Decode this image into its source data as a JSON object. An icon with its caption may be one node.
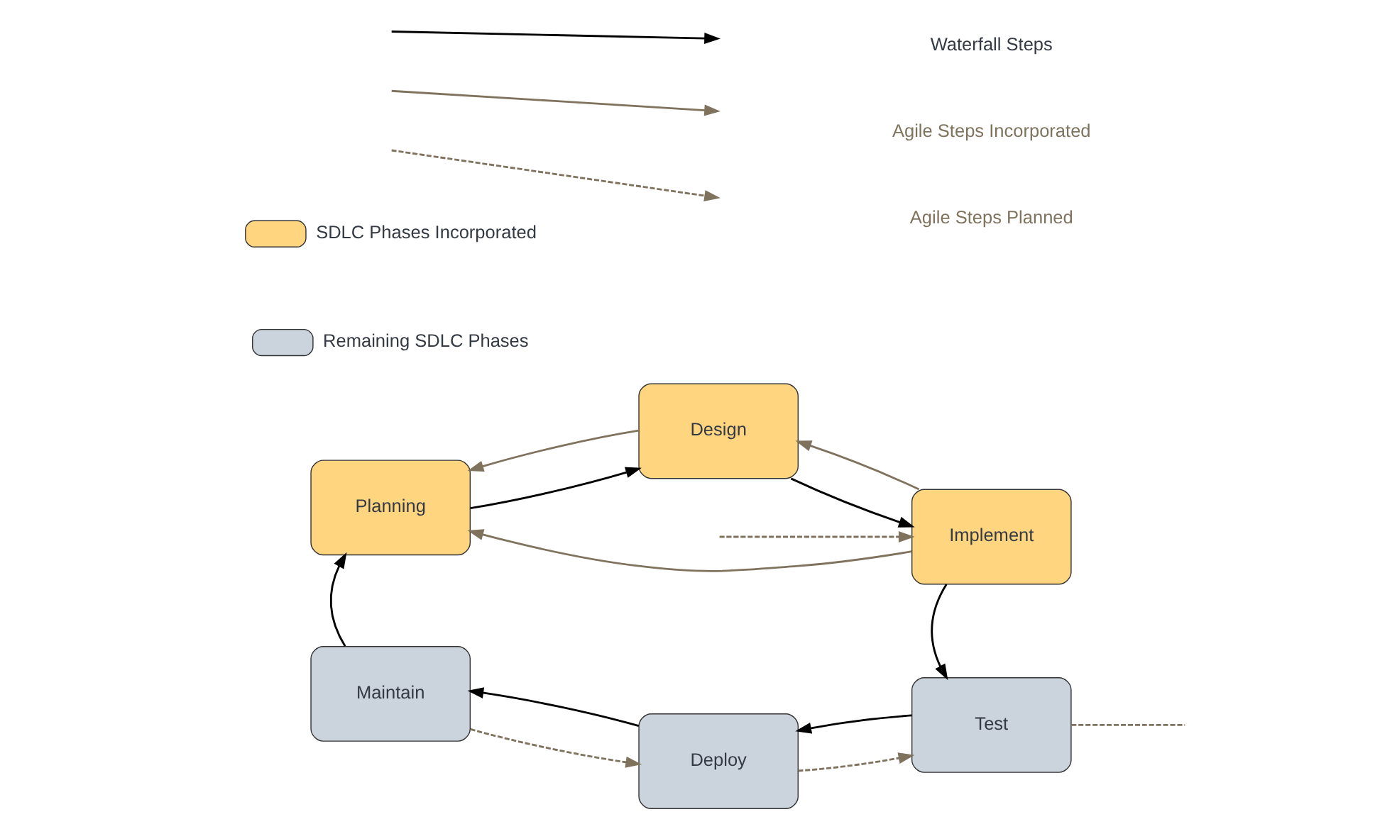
{
  "diagram": {
    "nodes": [
      {
        "text": [
          "Planning"
        ]
      },
      {
        "text": [
          "Design"
        ]
      },
      {
        "text": [
          "Implement"
        ]
      },
      {
        "text": [
          "Maintain"
        ]
      },
      {
        "text": [
          "Deploy"
        ]
      },
      {
        "text": [
          "Test"
        ]
      }
    ],
    "edges": [
      {
        "from": 0,
        "to": 1,
        "arrow": "to",
        "color": "#000000"
      },
      {
        "from": 1,
        "to": 2,
        "arrow": "to",
        "color": "#000000"
      },
      {
        "from": 2,
        "to": 5,
        "arrow": "to",
        "color": "#000000"
      },
      {
        "from": 5,
        "to": 4,
        "arrow": "to",
        "color": "#000000"
      },
      {
        "from": 4,
        "to": 3,
        "arrow": "to",
        "color": "#000000"
      },
      {
        "from": 3,
        "to": 0,
        "arrow": "to",
        "color": "#000000"
      },
      {
        "from": 1,
        "to": 0,
        "arrow": "to"
      },
      {
        "from": 2,
        "to": 1,
        "arrow": "to"
      },
      {
        "from": 2,
        "to": 0,
        "arrow": "to"
      },
      {
        "from": 3,
        "to": 4,
        "arrow": "to",
        "style": "dashed"
      },
      {
        "from": 4,
        "to": 5,
        "arrow": "to",
        "style": "dashed"
      },
      {
        "from": 5,
        "to": null,
        "arrow": "none",
        "style": "dashed"
      },
      {
        "from": null,
        "to": 2,
        "arrow": "to",
        "style": "dashed"
      }
    ],
    "legend": [
      {
        "text": "Waterfall Steps"
      },
      {
        "text": "Agile Steps Incorporated"
      },
      {
        "text": "Agile Steps Planned"
      },
      {
        "text": "SDLC Phases Incorporated",
        "color": "#ffd580"
      },
      {
        "text": "Remaining SDLC Phases",
        "color": "#cbd3dc"
      }
    ]
  }
}
